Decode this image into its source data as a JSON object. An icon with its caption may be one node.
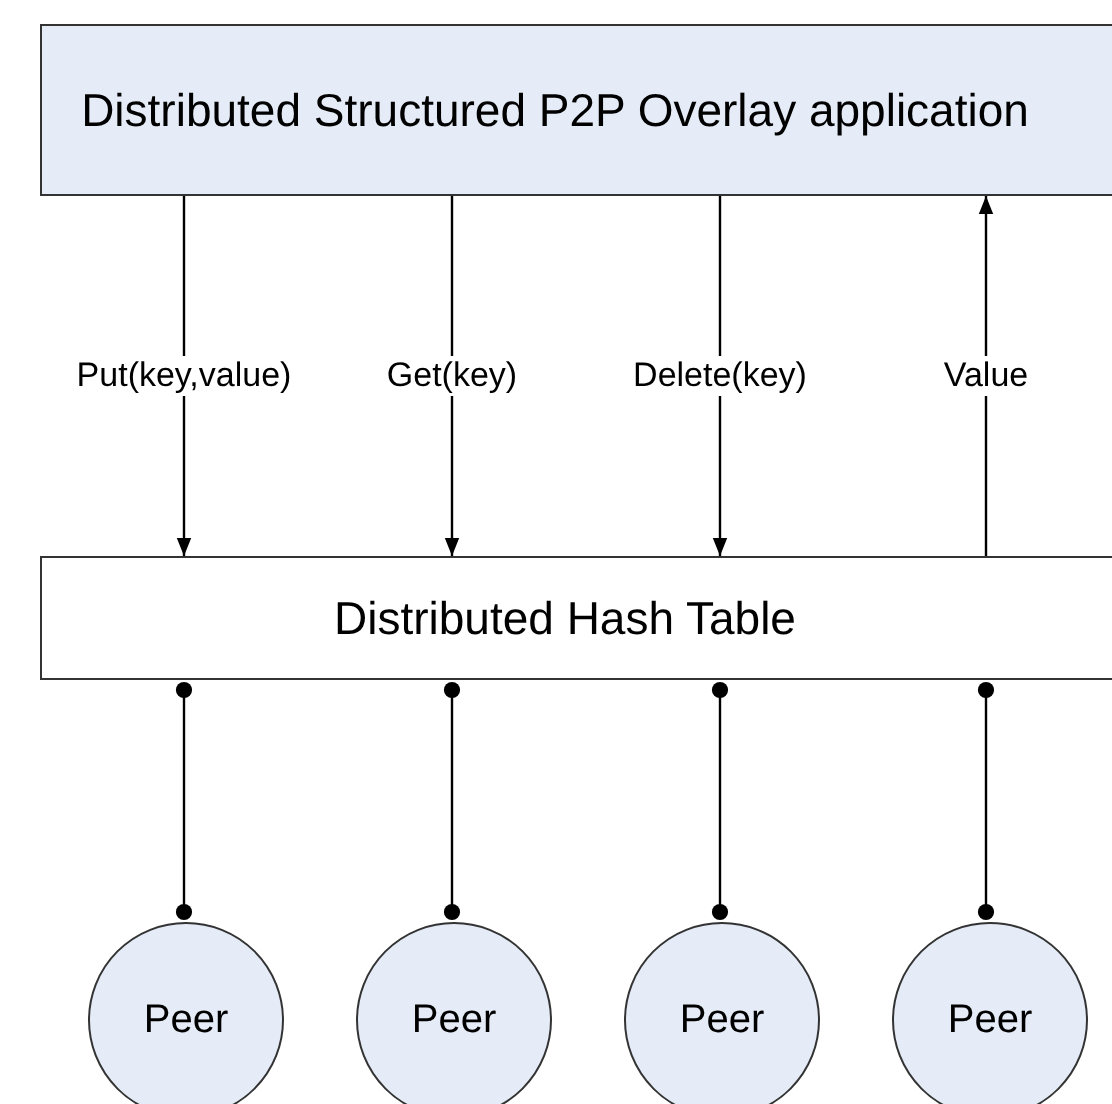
{
  "diagram": {
    "nodes": [
      {
        "text": [
          "Distributed Structured P2P Overlay application"
        ]
      },
      {
        "text": [
          "Distributed Hash Table"
        ]
      },
      {
        "text": [
          "Peer"
        ]
      },
      {
        "text": [
          "Peer"
        ]
      },
      {
        "text": [
          "Peer"
        ]
      },
      {
        "text": [
          "Peer"
        ]
      }
    ],
    "edges": [
      {
        "from": 0,
        "to": 1,
        "arrow": "to",
        "label": "Put(key,value)"
      },
      {
        "from": 0,
        "to": 1,
        "arrow": "to",
        "label": "Get(key)"
      },
      {
        "from": 0,
        "to": 1,
        "arrow": "to",
        "label": "Delete(key)"
      },
      {
        "from": 1,
        "to": 0,
        "arrow": "to",
        "label": "Value"
      },
      {
        "from": 1,
        "to": 2,
        "arrow": "other"
      },
      {
        "from": 1,
        "to": 3,
        "arrow": "other"
      },
      {
        "from": 1,
        "to": 4,
        "arrow": "other"
      },
      {
        "from": 1,
        "to": 5,
        "arrow": "other"
      }
    ]
  }
}
